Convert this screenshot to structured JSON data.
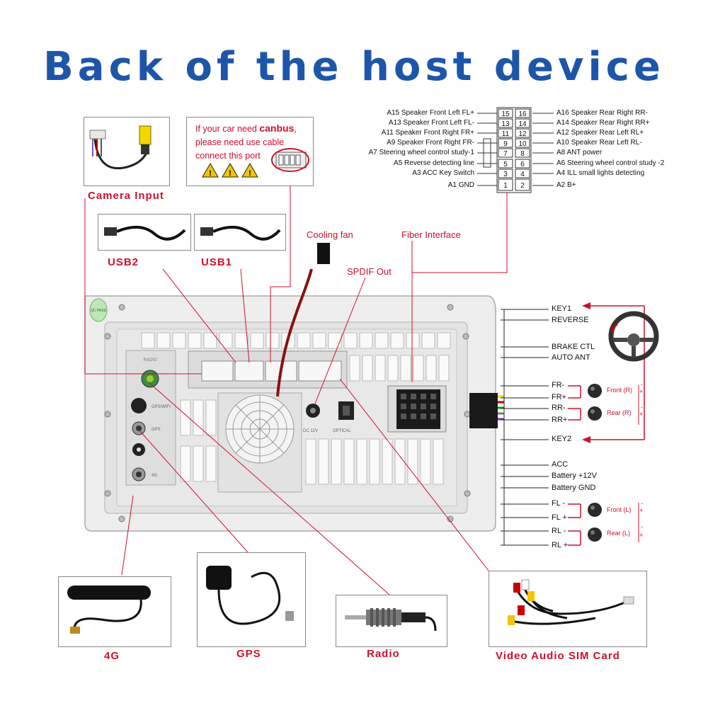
{
  "title": "Back of the host device",
  "canbus_notice": {
    "line1_pre": "If your car need ",
    "line1_bold": "canbus",
    "line1_post": ",",
    "line2": "please need use cable",
    "line3": "connect this port"
  },
  "labels": {
    "camera_input": "Camera Input",
    "usb2": "USB2",
    "usb1": "USB1",
    "cooling_fan": "Cooling fan",
    "fiber_interface": "Fiber Interface",
    "spdif_out": "SPDIF Out",
    "antenna_4g": "4G",
    "gps": "GPS",
    "radio": "Radio",
    "video_audio_sim": "Video Audio SIM Card"
  },
  "pinout": {
    "left": [
      {
        "name": "A15  Speaker Front Left FL+",
        "pin": "15"
      },
      {
        "name": "A13  Speaker Front Left FL-",
        "pin": "13"
      },
      {
        "name": "A11  Speaker Front Right FR+",
        "pin": "11"
      },
      {
        "name": "A9   Speaker Front Right FR-",
        "pin": "9"
      },
      {
        "name": "A7   Steering wheel control study-1",
        "pin": "7"
      },
      {
        "name": "A5   Reverse detecting line",
        "pin": "5"
      },
      {
        "name": "A3 ACC Key Switch",
        "pin": "3"
      },
      {
        "name": "A1 GND",
        "pin": "1"
      }
    ],
    "right": [
      {
        "name": "A16 Speaker Rear Right RR-",
        "pin": "16"
      },
      {
        "name": "A14 Speaker Rear Right RR+",
        "pin": "14"
      },
      {
        "name": "A12 Speaker Rear Left RL+",
        "pin": "12"
      },
      {
        "name": "A10 Speaker Rear Left RL-",
        "pin": "10"
      },
      {
        "name": "A8  ANT power",
        "pin": "8"
      },
      {
        "name": "A6  Steering wheel control study -2",
        "pin": "6"
      },
      {
        "name": "A4  ILL small lights detecting",
        "pin": "4"
      },
      {
        "name": "A2  B+",
        "pin": "2"
      }
    ]
  },
  "harness": {
    "key1": "KEY1",
    "reverse": "REVERSE",
    "brake": "BRAKE CTL",
    "auto_ant": "AUTO ANT",
    "fr_minus": "FR-",
    "fr_plus": "FR+",
    "rr_minus": "RR-",
    "rr_plus": "RR+",
    "key2": "KEY2",
    "acc": "ACC",
    "battery_12v": "Battery +12V",
    "battery_gnd": "Battery GND",
    "fl_minus": "FL -",
    "fl_plus": "FL +",
    "rl_minus": "RL -",
    "rl_plus": "RL +",
    "front_r": "Front (R)",
    "rear_r": "Rear (R)",
    "front_l": "Front (L)",
    "rear_l": "Rear (L)"
  },
  "panel_marks": {
    "radio": "RADIO",
    "gps_wifi": "GPS/WIFI",
    "gps": "GPS",
    "antenna_4g": "4G",
    "badge": "QC PASS",
    "dc": "DC 12V",
    "opt": "OPTICAL"
  },
  "colors": {
    "title": "#1d56a8",
    "label_red": "#d0102b",
    "panel": "#ececec",
    "panel_dark": "#d6d6d6"
  }
}
